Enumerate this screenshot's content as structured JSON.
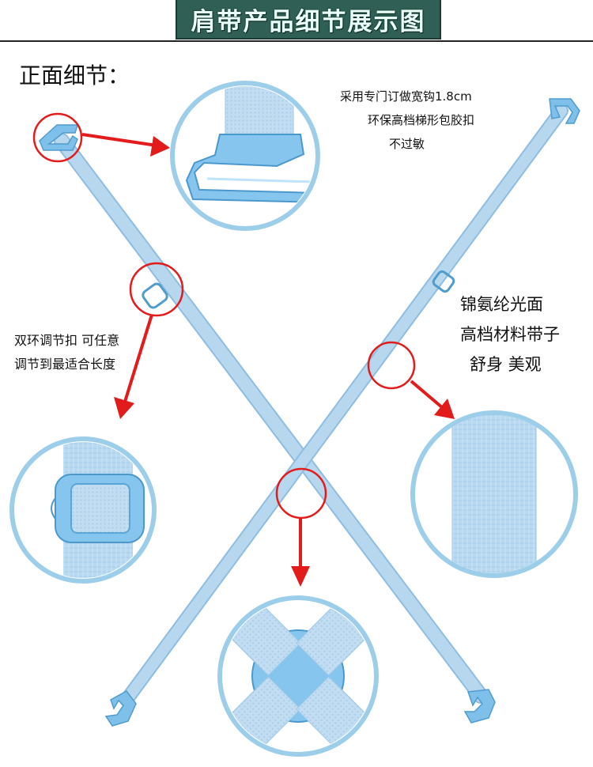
{
  "header": {
    "title": "肩带产品细节展示图",
    "title_bg_color": "#2f5f55",
    "title_text_color": "#e9fff7"
  },
  "section": {
    "heading": "正面细节："
  },
  "notes": {
    "hook": {
      "line1": "采用专门订做宽钩1.8cm",
      "line2": "环保高档梯形包胶扣",
      "line3": "不过敏"
    },
    "adjuster": {
      "line1": "双环调节扣 可任意",
      "line2": "调节到最适合长度"
    },
    "material": {
      "line1": "锦氨纶光面",
      "line2": "高档材料带子",
      "line3": "舒身  美观"
    }
  },
  "colors": {
    "strap": "#b7d7ef",
    "strap_edge": "#8fbde0",
    "hardware": "#7ec0ea",
    "callout_ring": "#ffffff",
    "callout_border": "#9ccde9",
    "marker": "#e21b1b"
  },
  "icons": {
    "hook": "g-hook-icon",
    "adjuster": "slider-adjuster-icon",
    "arrow": "red-arrow-icon"
  }
}
